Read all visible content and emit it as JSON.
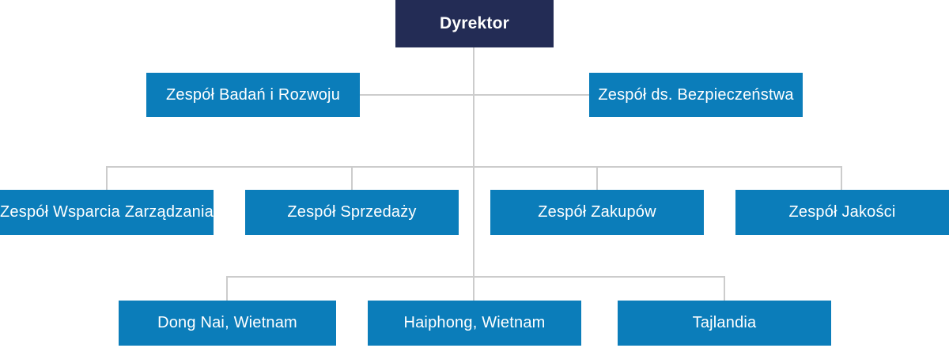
{
  "chart": {
    "type": "org-chart",
    "root": {
      "label": "Dyrektor"
    },
    "level2": [
      {
        "label": "Zespół Badań i Rozwoju"
      },
      {
        "label": "Zespół ds. Bezpieczeństwa"
      }
    ],
    "level3": [
      {
        "label": "Zespół Wsparcia Zarządzania"
      },
      {
        "label": "Zespół Sprzedaży"
      },
      {
        "label": "Zespół Zakupów"
      },
      {
        "label": "Zespół Jakości"
      }
    ],
    "level4": [
      {
        "label": "Dong Nai, Wietnam"
      },
      {
        "label": "Haiphong, Wietnam"
      },
      {
        "label": "Tajlandia"
      }
    ],
    "colors": {
      "root_bg": "#232c55",
      "node_bg": "#0b7dba",
      "connector": "#cccccc",
      "text": "#ffffff",
      "background": "#ffffff"
    }
  }
}
